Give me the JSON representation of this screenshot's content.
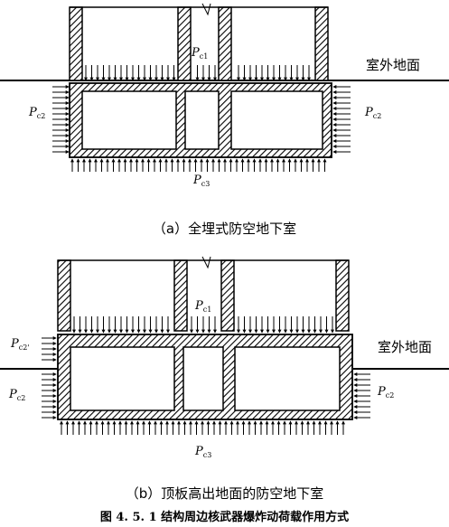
{
  "diagram_a": {
    "ground_label": "室外地面",
    "load_top": "P",
    "load_top_sub": "c1",
    "load_side_left": "P",
    "load_side_left_sub": "c2",
    "load_side_right": "P",
    "load_side_right_sub": "c2",
    "load_bottom": "P",
    "load_bottom_sub": "c3",
    "caption": "（a）全埋式防空地下室"
  },
  "diagram_b": {
    "ground_label": "室外地面",
    "load_top": "P",
    "load_top_sub": "c1",
    "load_exposed": "P",
    "load_exposed_sub": "c2'",
    "load_side_left": "P",
    "load_side_left_sub": "c2",
    "load_side_right": "P",
    "load_side_right_sub": "c2",
    "load_bottom": "P",
    "load_bottom_sub": "c3",
    "caption": "（b）顶板高出地面的防空地下室"
  },
  "figure_title": "图 4. 5. 1 结构周边核武器爆炸动荷载作用方式"
}
